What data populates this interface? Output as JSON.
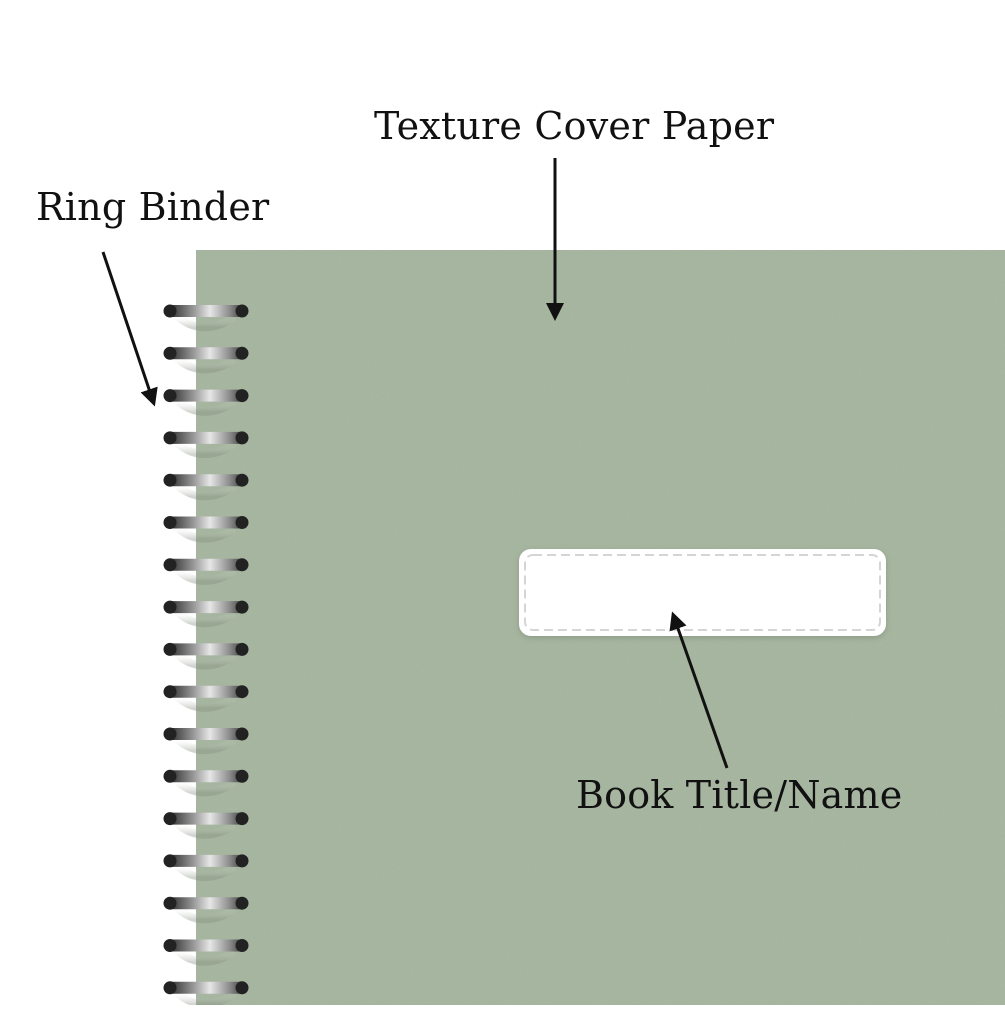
{
  "labels": {
    "texture_cover": "Texture Cover Paper",
    "ring_binder": "Ring Binder",
    "book_title": "Book Title/Name"
  },
  "colors": {
    "cover": "#a5b59e",
    "cover_shade": "#9db095",
    "background": "#ffffff",
    "label_fill": "#ffffff",
    "label_stitch": "#d5d5d5",
    "arrow": "#111111",
    "ring_dark": "#2b2b2b",
    "ring_light": "#bdbdbd"
  },
  "binder": {
    "ring_count": 17
  }
}
